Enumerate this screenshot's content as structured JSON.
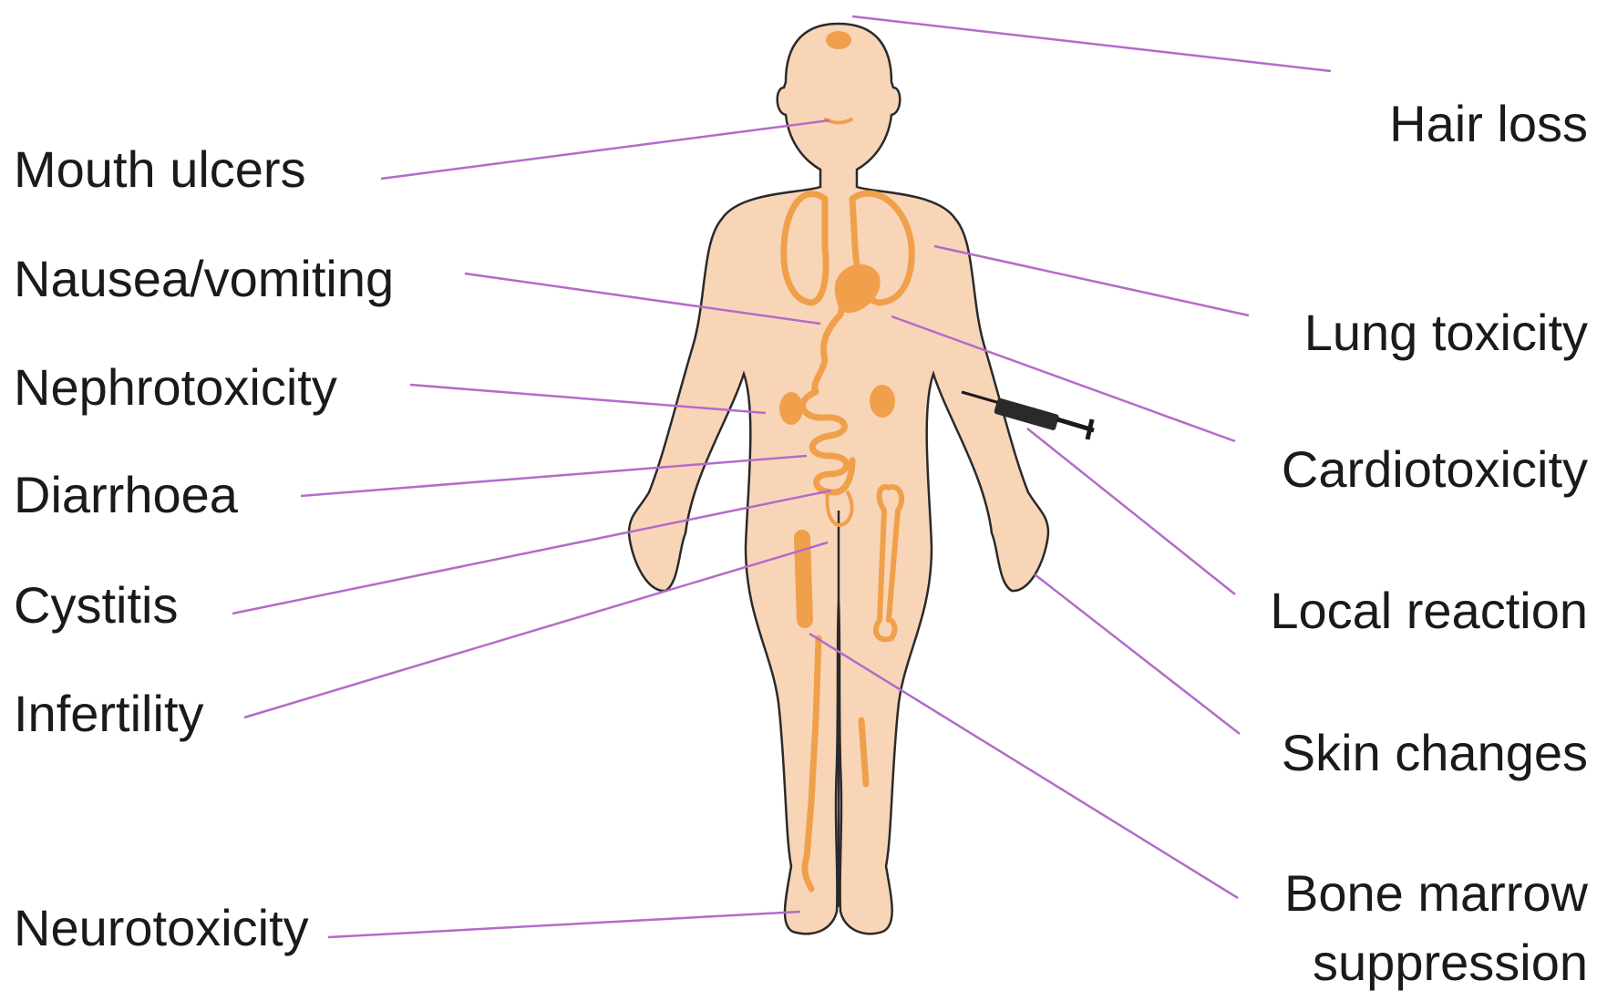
{
  "colors": {
    "skin": "#f9d5b8",
    "outline": "#2a2a2a",
    "organ": "#f0a04b",
    "leader": "#b46bc8",
    "text": "#1a1a1a"
  },
  "labels_left": {
    "mouth": "Mouth ulcers",
    "nausea": "Nausea/vomiting",
    "nephro": "Nephrotoxicity",
    "diarrhoea": "Diarrhoea",
    "cystitis": "Cystitis",
    "infertility": "Infertility",
    "neuro": "Neurotoxicity"
  },
  "labels_right": {
    "hair": "Hair loss",
    "lung": "Lung toxicity",
    "cardio": "Cardiotoxicity",
    "local": "Local reaction",
    "skin": "Skin changes",
    "bone_line1": "Bone marrow",
    "bone_line2": "suppression"
  },
  "icons": {
    "figure": "human-body-icon",
    "syringe": "syringe-icon"
  }
}
